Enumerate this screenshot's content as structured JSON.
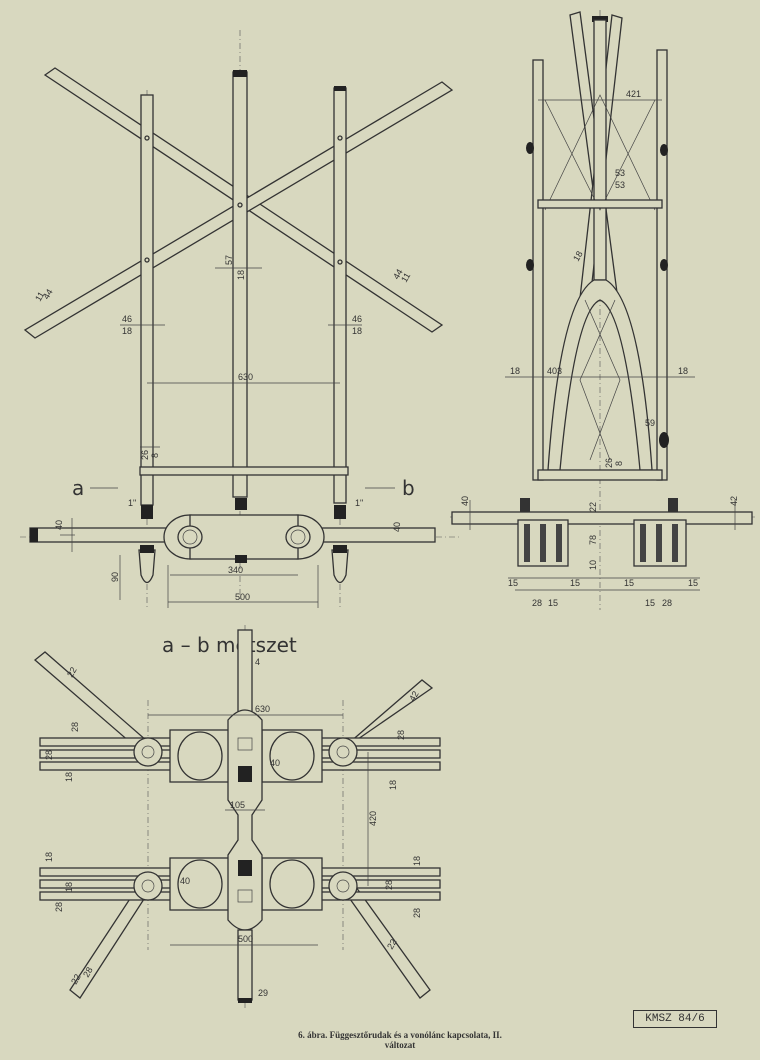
{
  "section_labels": {
    "a": "a",
    "b": "b",
    "section_title": "a – b    metszet"
  },
  "dims_top_left": {
    "d46a": "46",
    "d18a": "18",
    "d46b": "46",
    "d18b": "18",
    "d57": "57",
    "d18c": "18",
    "d44": "44",
    "d11": "11",
    "d44b": "44",
    "d11b": "11",
    "d630": "630",
    "d26": "26",
    "d8": "8",
    "d40a": "40",
    "d40b": "40",
    "d90": "90",
    "d340": "340",
    "d500": "500",
    "d1a": "1\"",
    "d1b": "1\""
  },
  "dims_top_right": {
    "d421": "421",
    "d53a": "53",
    "d53b": "53",
    "d18": "18",
    "d403": "403",
    "d18b": "18",
    "d59": "59",
    "d26": "26",
    "d8": "8",
    "d40": "40",
    "d42": "42",
    "d22": "22",
    "d78": "78",
    "d10": "10",
    "d15a": "15",
    "d28a": "28",
    "d15b": "15",
    "d15c": "15",
    "d15d": "15",
    "d15e": "15",
    "d28b": "28",
    "d15f": "15",
    "d18c": "18"
  },
  "dims_bottom": {
    "d22a": "22",
    "d630": "630",
    "d28a": "28",
    "d28b": "28",
    "d18a": "18",
    "d40": "40",
    "d28c": "28",
    "d18b": "18",
    "d105": "105",
    "d420": "420",
    "d18c": "18",
    "d18d": "18",
    "d28d": "28",
    "d40b": "40",
    "d28e": "28",
    "d18e": "18",
    "d28f": "28",
    "d500": "500",
    "d22b": "22",
    "d22c": "22",
    "d29": "29",
    "d42": "42",
    "d28g": "28",
    "d4": "4"
  },
  "stamp": "KMSZ 84/6",
  "caption_line1": "6. ábra.  Függesztőrudak  és  a  vonólánc  kapcsolata,  II.",
  "caption_line2": "változat"
}
